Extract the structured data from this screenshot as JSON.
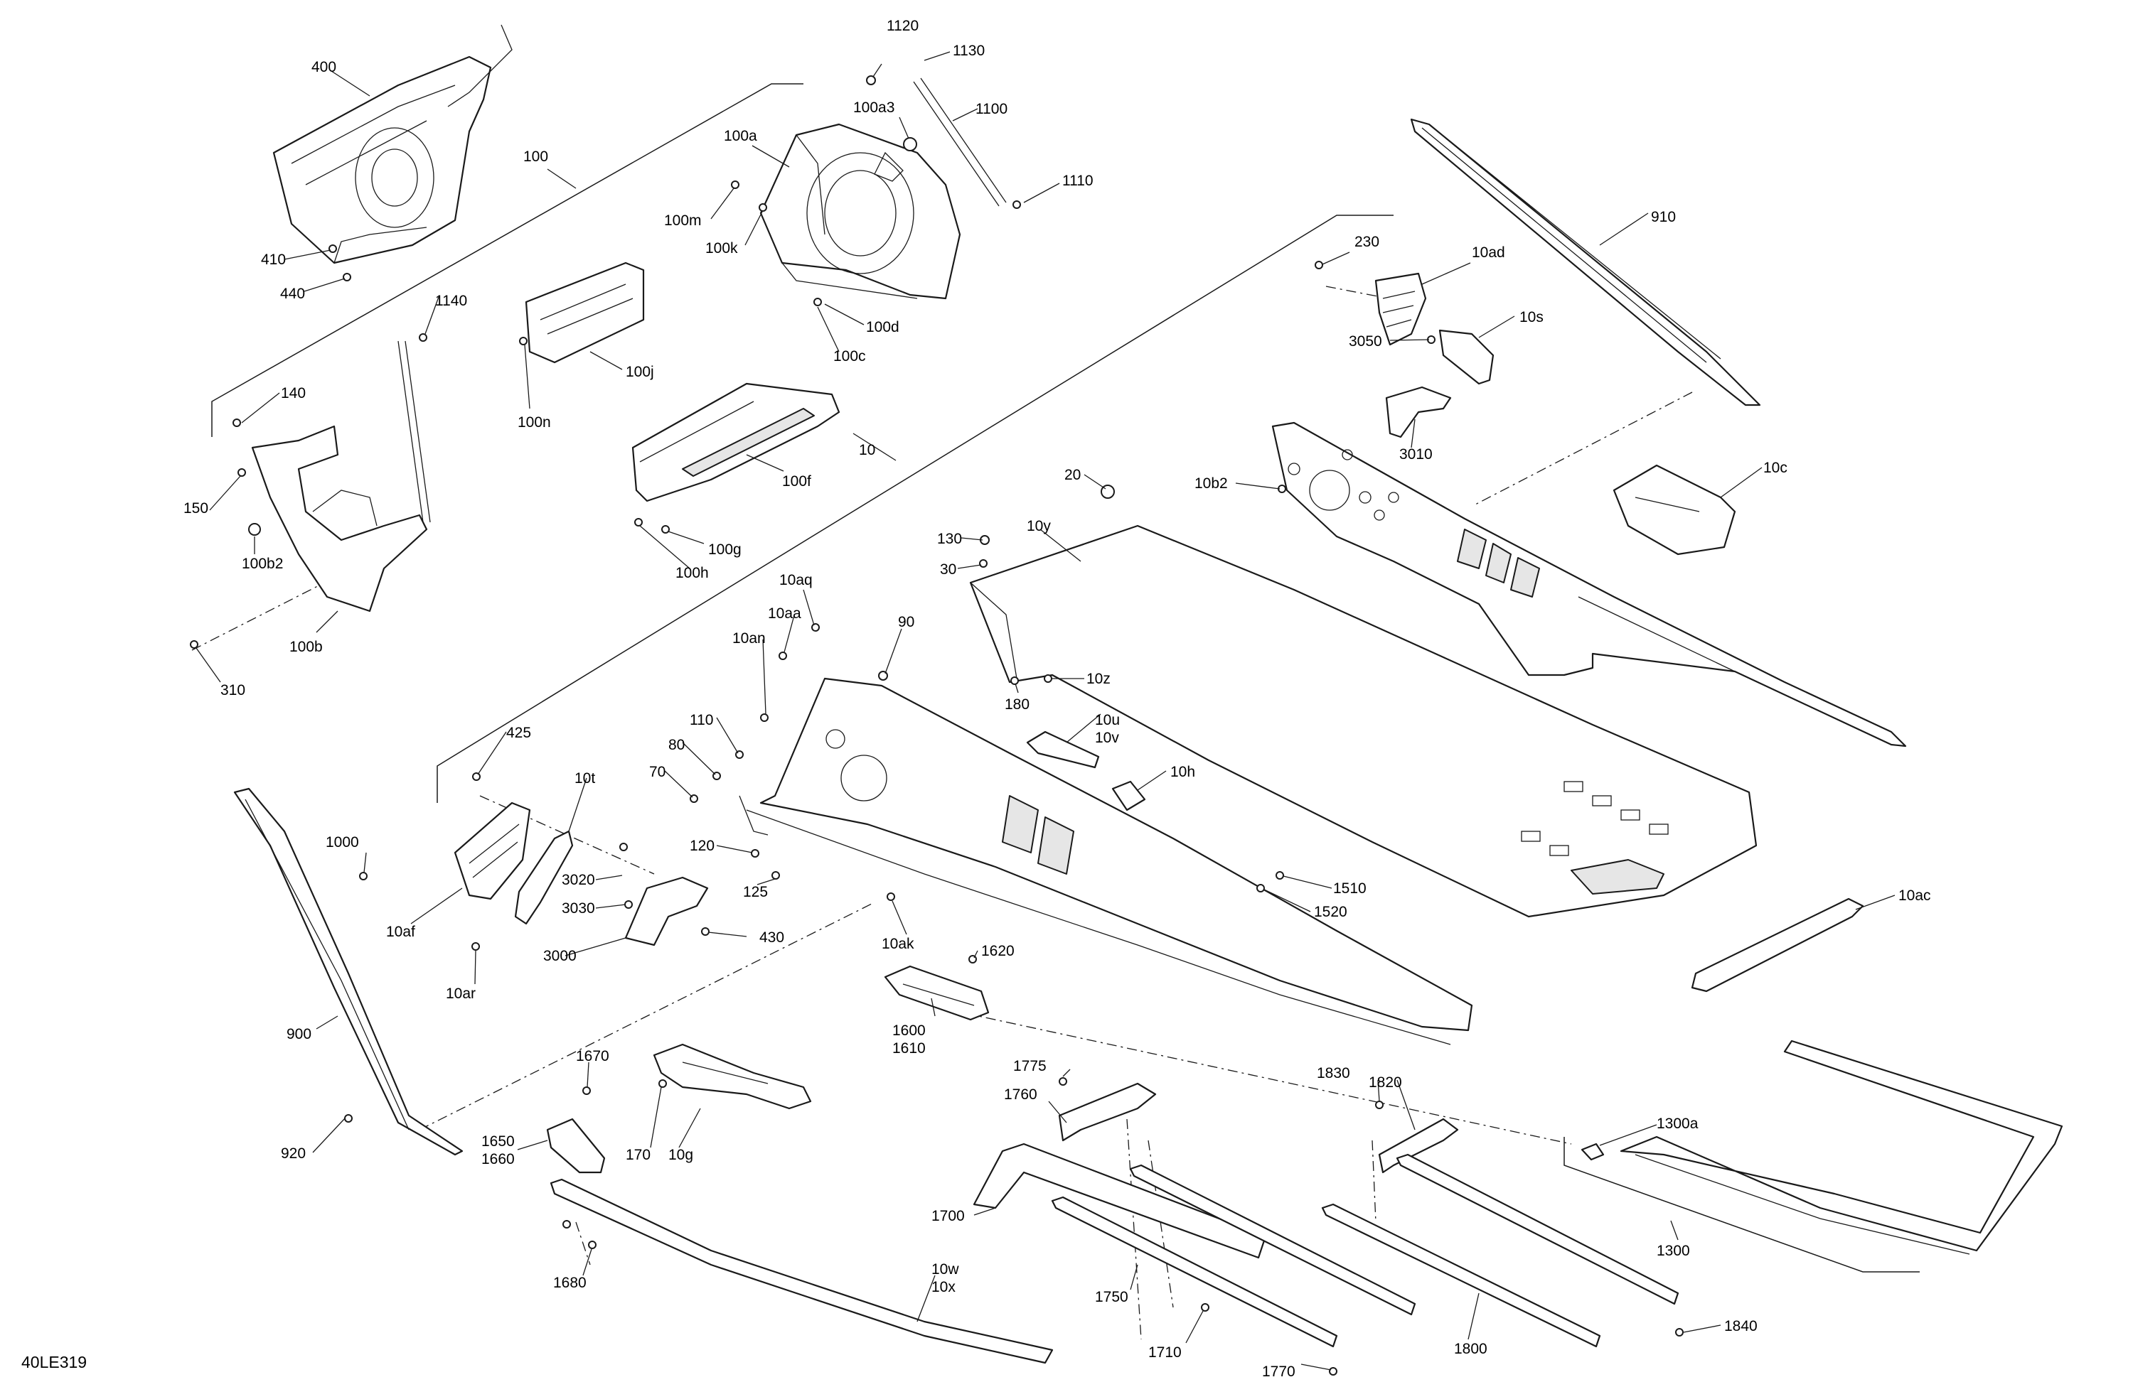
{
  "figure_ref": "40LE319",
  "callouts": [
    {
      "id": "400",
      "text": "400"
    },
    {
      "id": "100",
      "text": "100"
    },
    {
      "id": "410",
      "text": "410"
    },
    {
      "id": "440",
      "text": "440"
    },
    {
      "id": "1120",
      "text": "1120"
    },
    {
      "id": "1130",
      "text": "1130"
    },
    {
      "id": "100a3",
      "text": "100a3"
    },
    {
      "id": "1100",
      "text": "1100"
    },
    {
      "id": "100a",
      "text": "100a"
    },
    {
      "id": "1110",
      "text": "1110"
    },
    {
      "id": "100m",
      "text": "100m"
    },
    {
      "id": "100k",
      "text": "100k"
    },
    {
      "id": "100d",
      "text": "100d"
    },
    {
      "id": "100c",
      "text": "100c"
    },
    {
      "id": "100j",
      "text": "100j"
    },
    {
      "id": "100n",
      "text": "100n"
    },
    {
      "id": "1140",
      "text": "1140"
    },
    {
      "id": "140",
      "text": "140"
    },
    {
      "id": "150",
      "text": "150"
    },
    {
      "id": "100b2",
      "text": "100b2"
    },
    {
      "id": "100b",
      "text": "100b"
    },
    {
      "id": "310",
      "text": "310"
    },
    {
      "id": "100f",
      "text": "100f"
    },
    {
      "id": "100g",
      "text": "100g"
    },
    {
      "id": "100h",
      "text": "100h"
    },
    {
      "id": "10",
      "text": "10"
    },
    {
      "id": "230",
      "text": "230"
    },
    {
      "id": "10ad",
      "text": "10ad"
    },
    {
      "id": "910",
      "text": "910"
    },
    {
      "id": "10s",
      "text": "10s"
    },
    {
      "id": "3050",
      "text": "3050"
    },
    {
      "id": "3010",
      "text": "3010"
    },
    {
      "id": "20",
      "text": "20"
    },
    {
      "id": "10b2",
      "text": "10b2"
    },
    {
      "id": "10c",
      "text": "10c"
    },
    {
      "id": "130",
      "text": "130"
    },
    {
      "id": "10y",
      "text": "10y"
    },
    {
      "id": "30",
      "text": "30"
    },
    {
      "id": "10aq",
      "text": "10aq"
    },
    {
      "id": "10aa",
      "text": "10aa"
    },
    {
      "id": "10an",
      "text": "10an"
    },
    {
      "id": "90",
      "text": "90"
    },
    {
      "id": "180",
      "text": "180"
    },
    {
      "id": "10z",
      "text": "10z"
    },
    {
      "id": "110",
      "text": "110"
    },
    {
      "id": "10u",
      "text": "10u"
    },
    {
      "id": "10v",
      "text": "10v"
    },
    {
      "id": "80",
      "text": "80"
    },
    {
      "id": "70",
      "text": "70"
    },
    {
      "id": "425",
      "text": "425"
    },
    {
      "id": "10t",
      "text": "10t"
    },
    {
      "id": "10h",
      "text": "10h"
    },
    {
      "id": "1000",
      "text": "1000"
    },
    {
      "id": "120",
      "text": "120"
    },
    {
      "id": "125",
      "text": "125"
    },
    {
      "id": "3020",
      "text": "3020"
    },
    {
      "id": "3030",
      "text": "3030"
    },
    {
      "id": "10af",
      "text": "10af"
    },
    {
      "id": "430",
      "text": "430"
    },
    {
      "id": "3000",
      "text": "3000"
    },
    {
      "id": "10ar",
      "text": "10ar"
    },
    {
      "id": "1510",
      "text": "1510"
    },
    {
      "id": "1520",
      "text": "1520"
    },
    {
      "id": "10ac",
      "text": "10ac"
    },
    {
      "id": "10ak",
      "text": "10ak"
    },
    {
      "id": "1620",
      "text": "1620"
    },
    {
      "id": "1600",
      "text": "1600"
    },
    {
      "id": "1610",
      "text": "1610"
    },
    {
      "id": "900",
      "text": "900"
    },
    {
      "id": "1775",
      "text": "1775"
    },
    {
      "id": "1760",
      "text": "1760"
    },
    {
      "id": "1830",
      "text": "1830"
    },
    {
      "id": "1820",
      "text": "1820"
    },
    {
      "id": "1300a",
      "text": "1300a"
    },
    {
      "id": "920",
      "text": "920"
    },
    {
      "id": "1670",
      "text": "1670"
    },
    {
      "id": "1650",
      "text": "1650"
    },
    {
      "id": "1660",
      "text": "1660"
    },
    {
      "id": "170",
      "text": "170"
    },
    {
      "id": "10g",
      "text": "10g"
    },
    {
      "id": "1700",
      "text": "1700"
    },
    {
      "id": "1300",
      "text": "1300"
    },
    {
      "id": "10w",
      "text": "10w"
    },
    {
      "id": "10x",
      "text": "10x"
    },
    {
      "id": "1680",
      "text": "1680"
    },
    {
      "id": "1750",
      "text": "1750"
    },
    {
      "id": "1840",
      "text": "1840"
    },
    {
      "id": "1710",
      "text": "1710"
    },
    {
      "id": "1800",
      "text": "1800"
    },
    {
      "id": "1770",
      "text": "1770"
    }
  ]
}
